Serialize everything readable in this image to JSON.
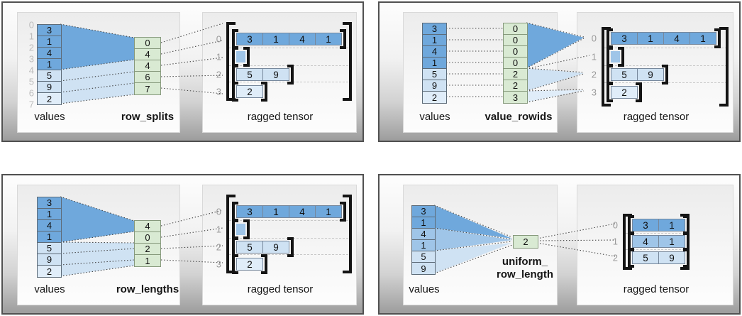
{
  "colors": {
    "dark_blue": "#6fa8dc",
    "mid_blue": "#9fc5e8",
    "light_blue": "#cfe2f3",
    "lighter_blue": "#e0edf9",
    "green": "#d9ead3",
    "bracket": "#141414",
    "dotted_line": "#404040",
    "dashed_line": "#c8c8c8"
  },
  "panels": [
    {
      "id": "row-splits",
      "values_label": "values",
      "method_label": "row_splits",
      "method_label_line2": "",
      "tensor_label": "ragged tensor",
      "values": [
        {
          "v": "3",
          "shade": "dark"
        },
        {
          "v": "1",
          "shade": "dark"
        },
        {
          "v": "4",
          "shade": "dark"
        },
        {
          "v": "1",
          "shade": "dark"
        },
        {
          "v": "5",
          "shade": "light"
        },
        {
          "v": "9",
          "shade": "light"
        },
        {
          "v": "2",
          "shade": "lighter"
        }
      ],
      "value_indices": [
        "0",
        "1",
        "2",
        "3",
        "4",
        "5",
        "6",
        "7"
      ],
      "mid_cells": [
        "0",
        "4",
        "4",
        "6",
        "7"
      ],
      "tensor_rows": [
        {
          "label": "0",
          "shade": "dark",
          "cells": [
            "3",
            "1",
            "4",
            "1"
          ]
        },
        {
          "label": "1",
          "shade": "mid",
          "cells": []
        },
        {
          "label": "2",
          "shade": "light",
          "cells": [
            "5",
            "9"
          ]
        },
        {
          "label": "3",
          "shade": "lighter",
          "cells": [
            "2"
          ]
        }
      ]
    },
    {
      "id": "value-rowids",
      "values_label": "values",
      "method_label": "value_rowids",
      "method_label_line2": "",
      "tensor_label": "ragged tensor",
      "values": [
        {
          "v": "3",
          "shade": "dark"
        },
        {
          "v": "1",
          "shade": "dark"
        },
        {
          "v": "4",
          "shade": "dark"
        },
        {
          "v": "1",
          "shade": "dark"
        },
        {
          "v": "5",
          "shade": "light"
        },
        {
          "v": "9",
          "shade": "light"
        },
        {
          "v": "2",
          "shade": "lighter"
        }
      ],
      "value_indices": [],
      "mid_cells": [
        "0",
        "0",
        "0",
        "0",
        "2",
        "2",
        "3"
      ],
      "tensor_rows": [
        {
          "label": "0",
          "shade": "dark",
          "cells": [
            "3",
            "1",
            "4",
            "1"
          ]
        },
        {
          "label": "1",
          "shade": "mid",
          "cells": []
        },
        {
          "label": "2",
          "shade": "light",
          "cells": [
            "5",
            "9"
          ]
        },
        {
          "label": "3",
          "shade": "lighter",
          "cells": [
            "2"
          ]
        }
      ]
    },
    {
      "id": "row-lengths",
      "values_label": "values",
      "method_label": "row_lengths",
      "method_label_line2": "",
      "tensor_label": "ragged tensor",
      "values": [
        {
          "v": "3",
          "shade": "dark"
        },
        {
          "v": "1",
          "shade": "dark"
        },
        {
          "v": "4",
          "shade": "dark"
        },
        {
          "v": "1",
          "shade": "dark"
        },
        {
          "v": "5",
          "shade": "light"
        },
        {
          "v": "9",
          "shade": "light"
        },
        {
          "v": "2",
          "shade": "lighter"
        }
      ],
      "value_indices": [],
      "mid_cells": [
        "4",
        "0",
        "2",
        "1"
      ],
      "tensor_rows": [
        {
          "label": "0",
          "shade": "dark",
          "cells": [
            "3",
            "1",
            "4",
            "1"
          ]
        },
        {
          "label": "1",
          "shade": "mid",
          "cells": []
        },
        {
          "label": "2",
          "shade": "light",
          "cells": [
            "5",
            "9"
          ]
        },
        {
          "label": "3",
          "shade": "lighter",
          "cells": [
            "2"
          ]
        }
      ]
    },
    {
      "id": "uniform-row-length",
      "values_label": "values",
      "method_label": "uniform_",
      "method_label_line2": "row_length",
      "tensor_label": "ragged tensor",
      "values": [
        {
          "v": "3",
          "shade": "dark"
        },
        {
          "v": "1",
          "shade": "dark"
        },
        {
          "v": "4",
          "shade": "mid"
        },
        {
          "v": "1",
          "shade": "mid"
        },
        {
          "v": "5",
          "shade": "light"
        },
        {
          "v": "9",
          "shade": "light"
        }
      ],
      "value_indices": [],
      "mid_cells": [
        "2"
      ],
      "tensor_rows": [
        {
          "label": "0",
          "shade": "dark",
          "cells": [
            "3",
            "1"
          ]
        },
        {
          "label": "1",
          "shade": "mid",
          "cells": [
            "4",
            "1"
          ]
        },
        {
          "label": "2",
          "shade": "light",
          "cells": [
            "5",
            "9"
          ]
        }
      ]
    }
  ]
}
